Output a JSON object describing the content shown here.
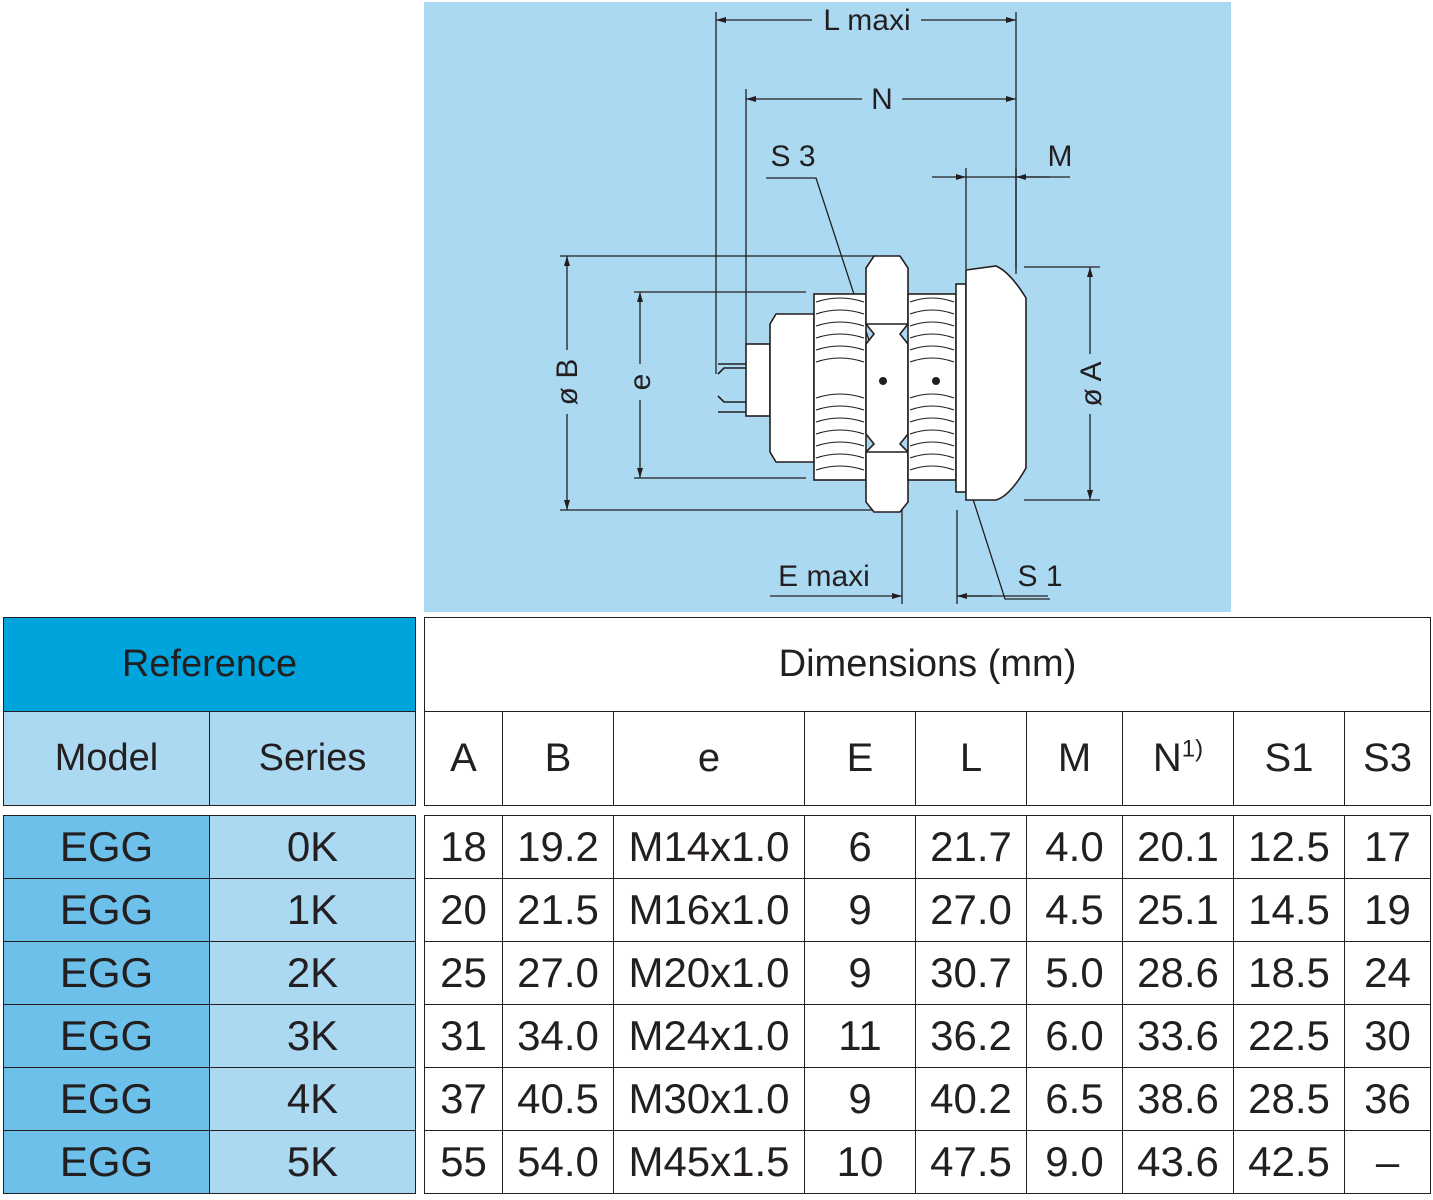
{
  "drawing": {
    "labels": {
      "l_maxi": "L maxi",
      "n": "N",
      "s3": "S 3",
      "m": "M",
      "dia_b": "ø B",
      "e_thread": "e",
      "dia_a": "ø A",
      "e_maxi": "E maxi",
      "s1": "S 1"
    }
  },
  "reference": {
    "title": "Reference",
    "columns": [
      "Model",
      "Series"
    ]
  },
  "dimensions": {
    "title": "Dimensions (mm)",
    "columns": [
      "A",
      "B",
      "e",
      "E",
      "L",
      "M",
      "N",
      "S1",
      "S3"
    ],
    "n_footnote": "1)"
  },
  "rows": [
    {
      "model": "EGG",
      "series": "0K",
      "A": "18",
      "B": "19.2",
      "e": "M14x1.0",
      "E": "6",
      "L": "21.7",
      "M": "4.0",
      "N": "20.1",
      "S1": "12.5",
      "S3": "17"
    },
    {
      "model": "EGG",
      "series": "1K",
      "A": "20",
      "B": "21.5",
      "e": "M16x1.0",
      "E": "9",
      "L": "27.0",
      "M": "4.5",
      "N": "25.1",
      "S1": "14.5",
      "S3": "19"
    },
    {
      "model": "EGG",
      "series": "2K",
      "A": "25",
      "B": "27.0",
      "e": "M20x1.0",
      "E": "9",
      "L": "30.7",
      "M": "5.0",
      "N": "28.6",
      "S1": "18.5",
      "S3": "24"
    },
    {
      "model": "EGG",
      "series": "3K",
      "A": "31",
      "B": "34.0",
      "e": "M24x1.0",
      "E": "11",
      "L": "36.2",
      "M": "6.0",
      "N": "33.6",
      "S1": "22.5",
      "S3": "30"
    },
    {
      "model": "EGG",
      "series": "4K",
      "A": "37",
      "B": "40.5",
      "e": "M30x1.0",
      "E": "9",
      "L": "40.2",
      "M": "6.5",
      "N": "38.6",
      "S1": "28.5",
      "S3": "36"
    },
    {
      "model": "EGG",
      "series": "5K",
      "A": "55",
      "B": "54.0",
      "e": "M45x1.5",
      "E": "10",
      "L": "47.5",
      "M": "9.0",
      "N": "43.6",
      "S1": "42.5",
      "S3": "–"
    }
  ]
}
